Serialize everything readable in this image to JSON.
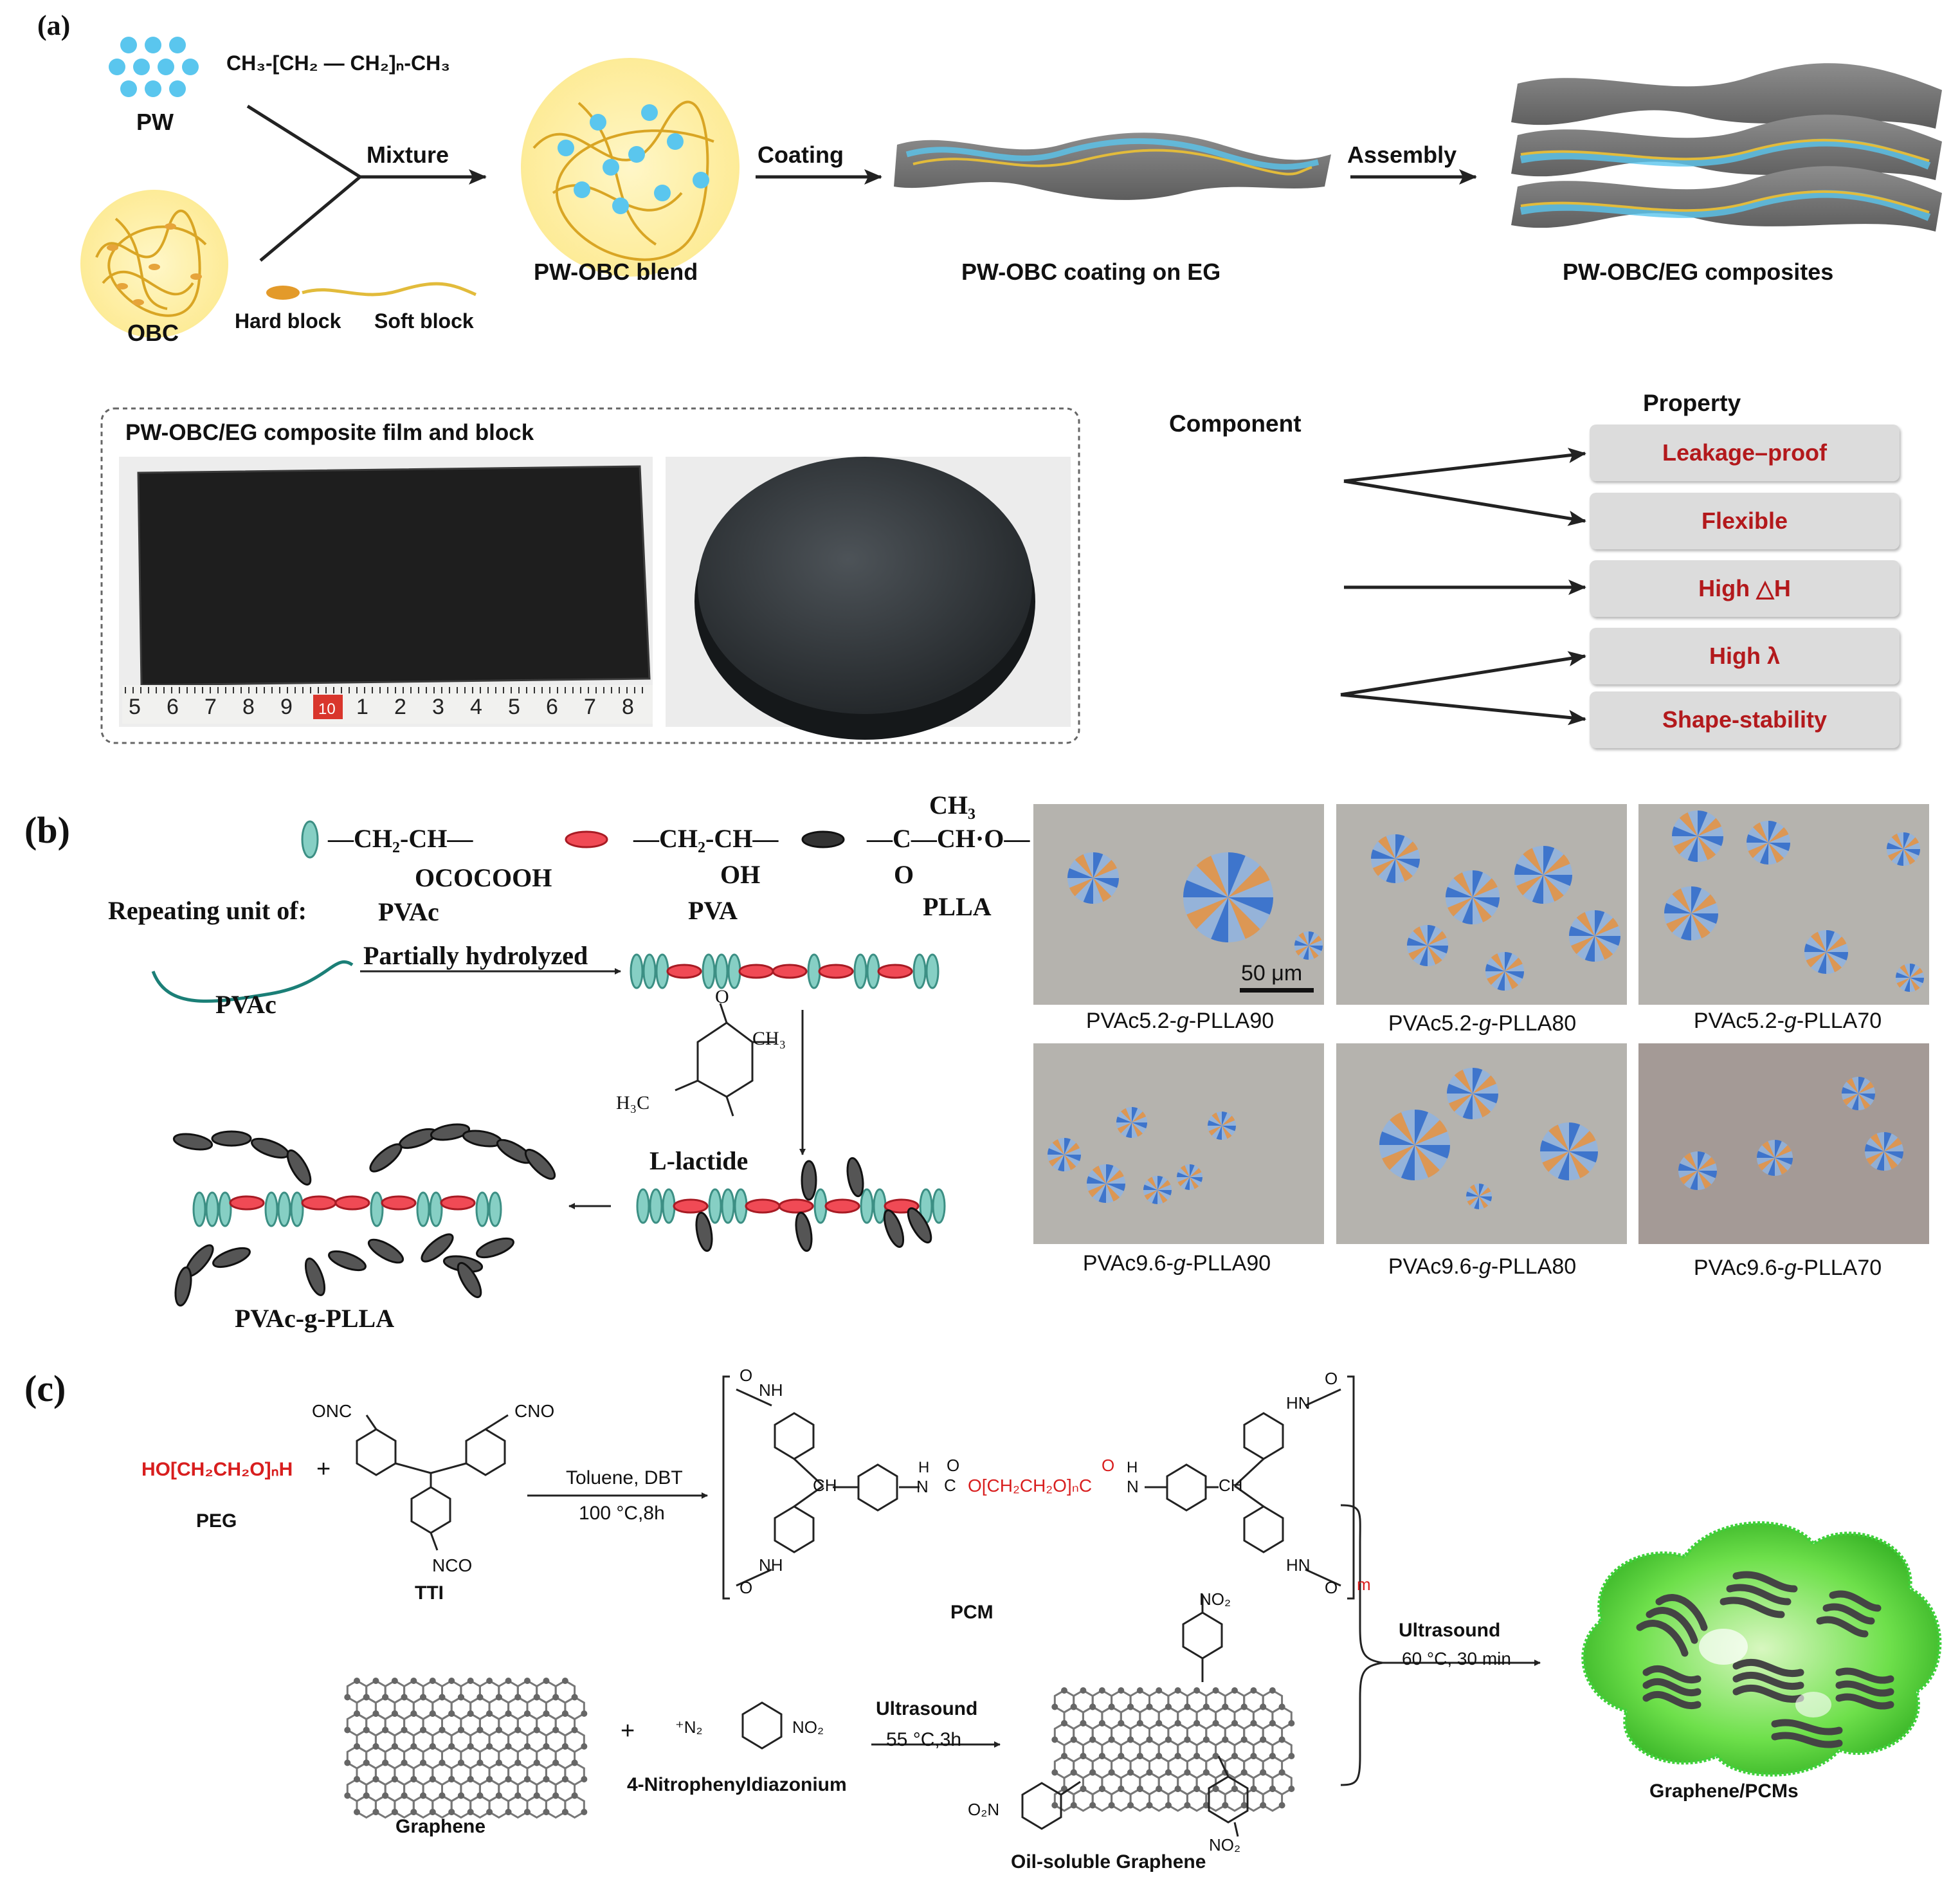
{
  "panel_a": {
    "label": "(a)",
    "pw_label": "PW",
    "formula": "CH₃-[CH₂ — CH₂]ₙ-CH₃",
    "obc_label": "OBC",
    "hard_block": "Hard block",
    "soft_block": "Soft block",
    "step_mixture": "Mixture",
    "step_coating": "Coating",
    "step_assembly": "Assembly",
    "blend_label": "PW-OBC blend",
    "coating_label": "PW-OBC coating on EG",
    "composites_label": "PW-OBC/EG composites",
    "photo_box_title": "PW-OBC/EG composite film and block",
    "ruler_numbers": [
      "5",
      "6",
      "7",
      "8",
      "9",
      "10",
      "1",
      "2",
      "3",
      "4",
      "5",
      "6",
      "7",
      "8"
    ],
    "component_header": "Component",
    "property_header": "Property",
    "components": [
      {
        "name": "OBC",
        "color": "#f7c540"
      },
      {
        "name": "PW",
        "color": "#38b4e6"
      },
      {
        "name": "EG",
        "color": "#a9a9a9"
      }
    ],
    "properties": [
      "Leakage–proof",
      "Flexible",
      "High △H",
      "High λ",
      "Shape-stability"
    ]
  },
  "panel_b": {
    "label": "(b)",
    "pvac_structure": "—CH₂-CH—",
    "pvac_sub": "OCOCOOH",
    "pva_structure": "—CH₂-CH—",
    "pva_sub": "OH",
    "plla_top": "CH₃",
    "plla_structure": "—C—CH·O—",
    "plla_sub": "O",
    "repeating_unit": "Repeating unit of:",
    "unit_names": [
      "PVAc",
      "PVA",
      "PLLA"
    ],
    "hydrolysis": "Partially hydrolyzed",
    "pvac_chain": "PVAc",
    "lactide_ch3": "CH₃",
    "lactide_h3c": "H₃C",
    "lactide_o": "O",
    "lactide": "L-lactide",
    "product": "PVAc-g-PLLA",
    "scale_bar": "50 μm",
    "micro_captions": [
      {
        "pre": "PVAc5.2-",
        "g": "g",
        "post": "-PLLA90"
      },
      {
        "pre": "PVAc5.2-",
        "g": "g",
        "post": "-PLLA80"
      },
      {
        "pre": "PVAc5.2-",
        "g": "g",
        "post": "-PLLA70"
      },
      {
        "pre": "PVAc9.6-",
        "g": "g",
        "post": "-PLLA90"
      },
      {
        "pre": "PVAc9.6-",
        "g": "g",
        "post": "-PLLA80"
      },
      {
        "pre": "PVAc9.6-",
        "g": "g",
        "post": "-PLLA70"
      }
    ]
  },
  "panel_c": {
    "label": "(c)",
    "peg_formula": "HO[CH₂CH₂O]ₙH",
    "peg_label": "PEG",
    "plus": "+",
    "tti_onc": "ONC",
    "tti_cno": "CNO",
    "tti_nco": "NCO",
    "tti_label": "TTI",
    "reaction1_top": "Toluene, DBT",
    "reaction1_bottom": "100 °C,8h",
    "pcm_nh": "NH",
    "pcm_hn": "HN",
    "pcm_ch": "CH",
    "pcm_o": "O",
    "pcm_n": "N",
    "pcm_h": "H",
    "pcm_c": "C",
    "pcm_chain": "O[CH₂CH₂O]ₙC",
    "pcm_m": "m",
    "pcm_label": "PCM",
    "graphene_label": "Graphene",
    "diazonium_formula_left": "⁺N₂",
    "diazonium_formula_right": "NO₂",
    "diazonium_label": "4-Nitrophenyldiazonium",
    "reaction2_top": "Ultrasound",
    "reaction2_bottom": "55 °C,3h",
    "no2": "NO₂",
    "o2n": "O₂N",
    "oil_graphene_label": "Oil-soluble Graphene",
    "reaction3_top": "Ultrasound",
    "reaction3_bottom": "60 °C, 30 min",
    "final_label": "Graphene/PCMs"
  }
}
